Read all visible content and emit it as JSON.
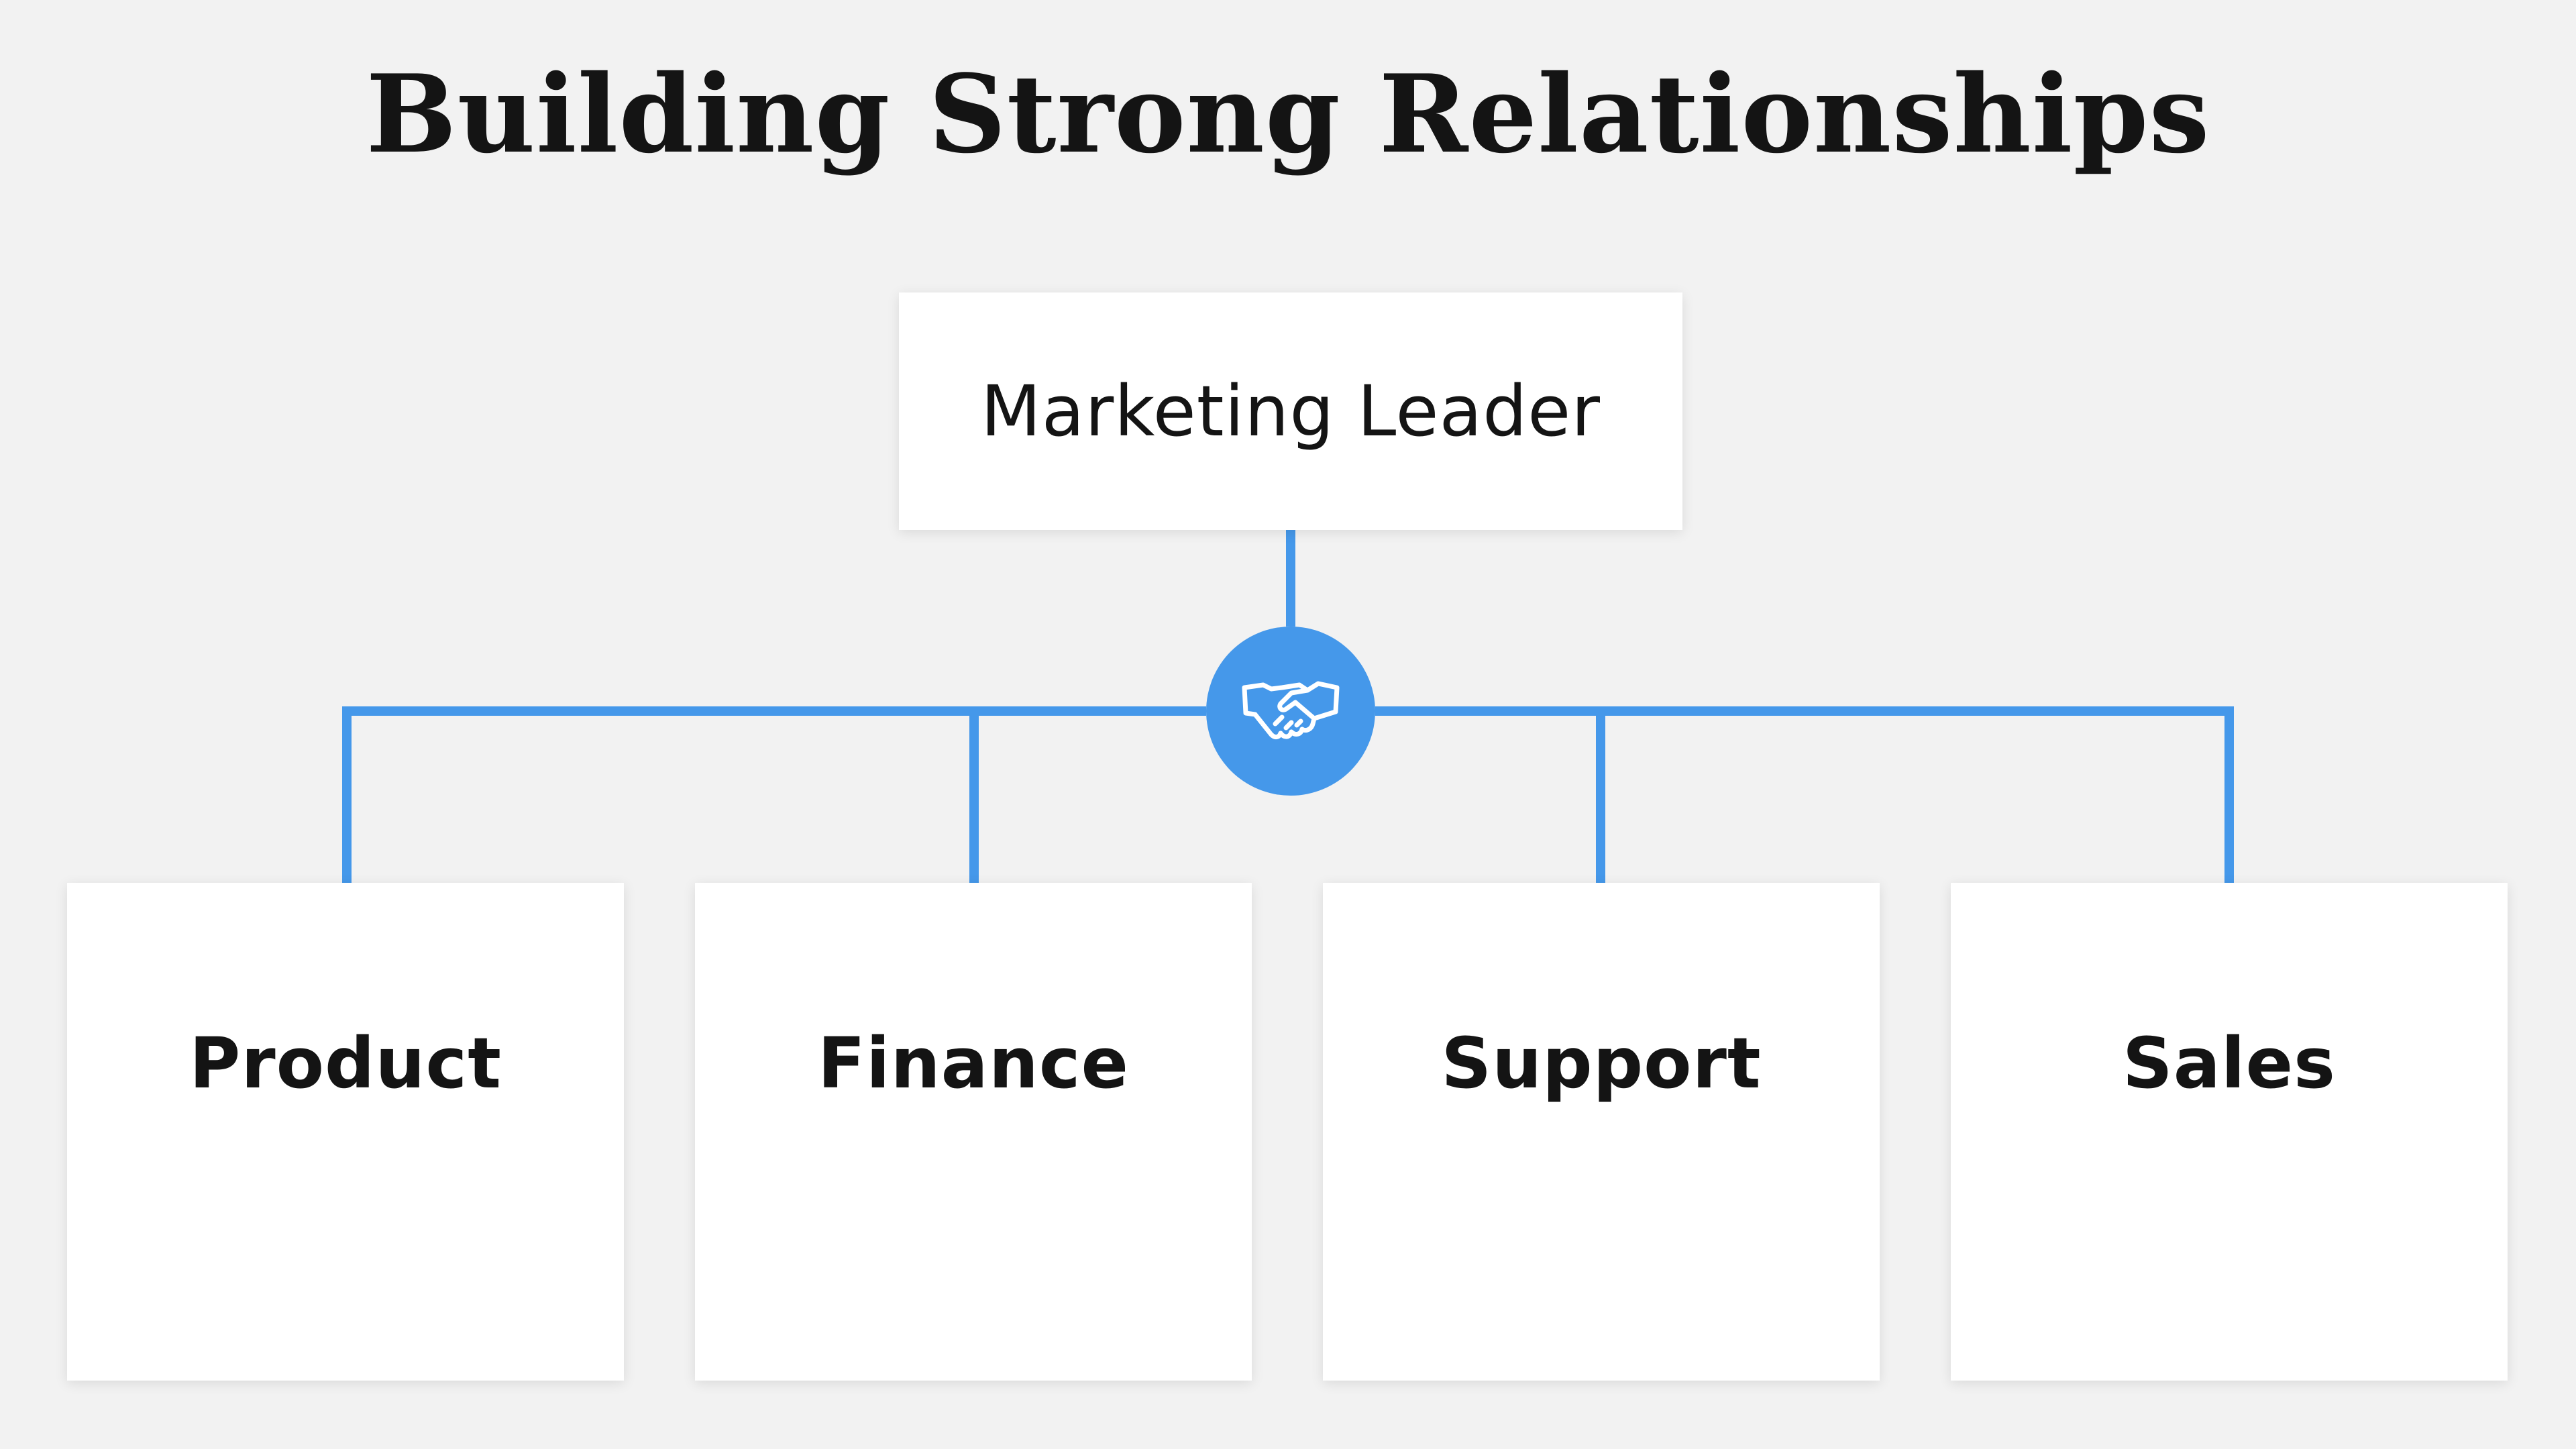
{
  "diagram": {
    "title": "Building Strong Relationships",
    "root": {
      "label": "Marketing Leader"
    },
    "hub": {
      "icon": "handshake-icon"
    },
    "children": [
      {
        "label": "Product"
      },
      {
        "label": "Finance"
      },
      {
        "label": "Support"
      },
      {
        "label": "Sales"
      }
    ],
    "colors": {
      "background": "#f2f2f2",
      "accent": "#4598ea",
      "box": "#ffffff",
      "text": "#141414"
    }
  }
}
